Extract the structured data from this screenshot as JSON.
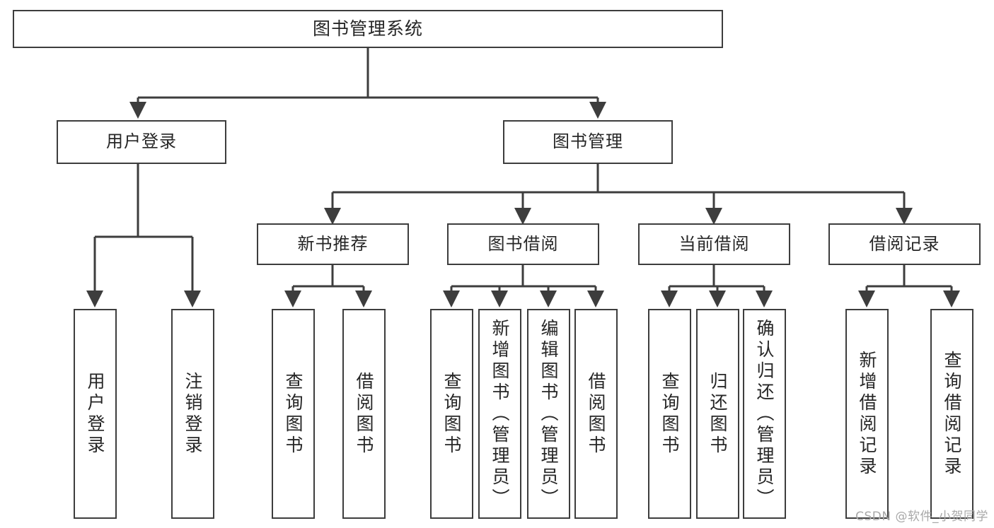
{
  "diagram": {
    "title": "图书管理系统",
    "type": "functional-structure-tree",
    "stroke_color": "#3d3d3d",
    "text_color": "#262626",
    "background_color": "#ffffff"
  },
  "root": {
    "label": "图书管理系统"
  },
  "level2": [
    {
      "label": "用户登录"
    },
    {
      "label": "图书管理"
    }
  ],
  "level3": [
    {
      "label": "新书推荐"
    },
    {
      "label": "图书借阅"
    },
    {
      "label": "当前借阅"
    },
    {
      "label": "借阅记录"
    }
  ],
  "leaves": {
    "user_login": [
      {
        "label": "用户登录"
      },
      {
        "label": "注销登录"
      }
    ],
    "new_book_recommend": [
      {
        "label": "查询图书"
      },
      {
        "label": "借阅图书"
      }
    ],
    "book_borrow": [
      {
        "label": "查询图书"
      },
      {
        "label": "新增图书（管理员）"
      },
      {
        "label": "编辑图书（管理员）"
      },
      {
        "label": "借阅图书"
      }
    ],
    "current_borrow": [
      {
        "label": "查询图书"
      },
      {
        "label": "归还图书"
      },
      {
        "label": "确认归还（管理员）"
      }
    ],
    "borrow_record": [
      {
        "label": "新增借阅记录"
      },
      {
        "label": "查询借阅记录"
      }
    ]
  },
  "watermark": {
    "text": "CSDN @软件_小贺同学"
  }
}
